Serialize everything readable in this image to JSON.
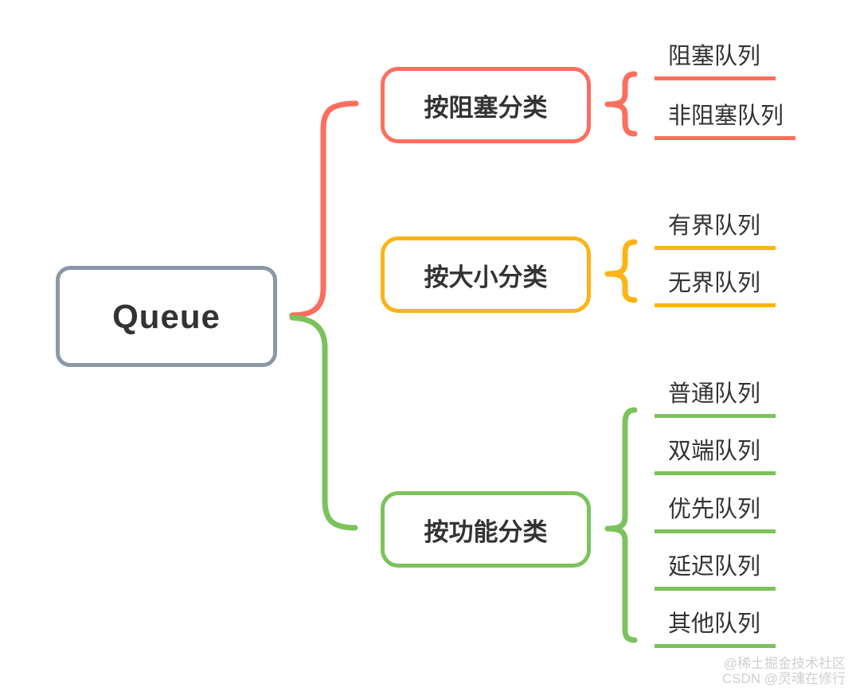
{
  "colors": {
    "red": "#fa6f5e",
    "yellow": "#fbb415",
    "green": "#7cc25c",
    "gray": "#8c97a6",
    "text": "#333333",
    "watermark": "#cfcfcf"
  },
  "root": {
    "label": "Queue"
  },
  "branches": [
    {
      "id": "blocking",
      "label": "按阻塞分类",
      "color": "#fa6f5e",
      "children": [
        "阻塞队列",
        "非阻塞队列"
      ]
    },
    {
      "id": "size",
      "label": "按大小分类",
      "color": "#fbb415",
      "children": [
        "有界队列",
        "无界队列"
      ]
    },
    {
      "id": "function",
      "label": "按功能分类",
      "color": "#7cc25c",
      "children": [
        "普通队列",
        "双端队列",
        "优先队列",
        "延迟队列",
        "其他队列"
      ]
    }
  ],
  "watermark": {
    "line1": "@稀土掘金技术社区",
    "line2": "CSDN @灵魂在修行"
  }
}
